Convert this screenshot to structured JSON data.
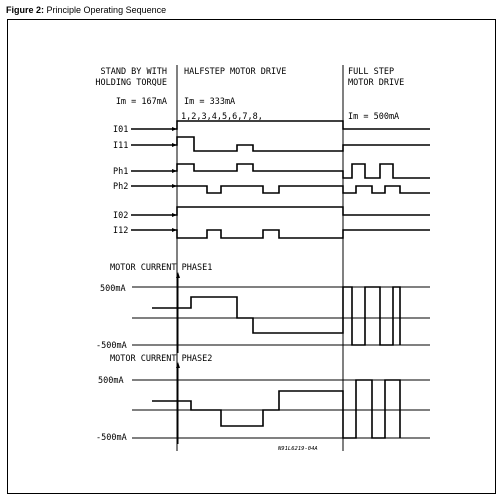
{
  "figure": {
    "label": "Figure 2:",
    "title": "Principle Operating Sequence"
  },
  "sections": {
    "standby": {
      "line1": "STAND BY WITH",
      "line2": "HOLDING TORQUE",
      "current": "Im = 167mA"
    },
    "halfstep": {
      "line1": "HALFSTEP MOTOR DRIVE",
      "current": "Im = 333mA",
      "steps": "1,2,3,4,5,6,7,8,"
    },
    "fullstep": {
      "line1": "FULL STEP",
      "line2": "MOTOR DRIVE",
      "current": "Im = 500mA"
    }
  },
  "signals": {
    "i01": "I01",
    "i11": "I11",
    "ph1": "Ph1",
    "ph2": "Ph2",
    "i02": "I02",
    "i12": "I12"
  },
  "plots": {
    "phase1": {
      "title": "MOTOR CURRENT PHASE1",
      "ymax": "500mA",
      "ymin": "-500mA"
    },
    "phase2": {
      "title": "MOTOR CURRENT PHASE2",
      "ymax": "500mA",
      "ymin": "-500mA"
    }
  },
  "code": "N91L6219-04A"
}
